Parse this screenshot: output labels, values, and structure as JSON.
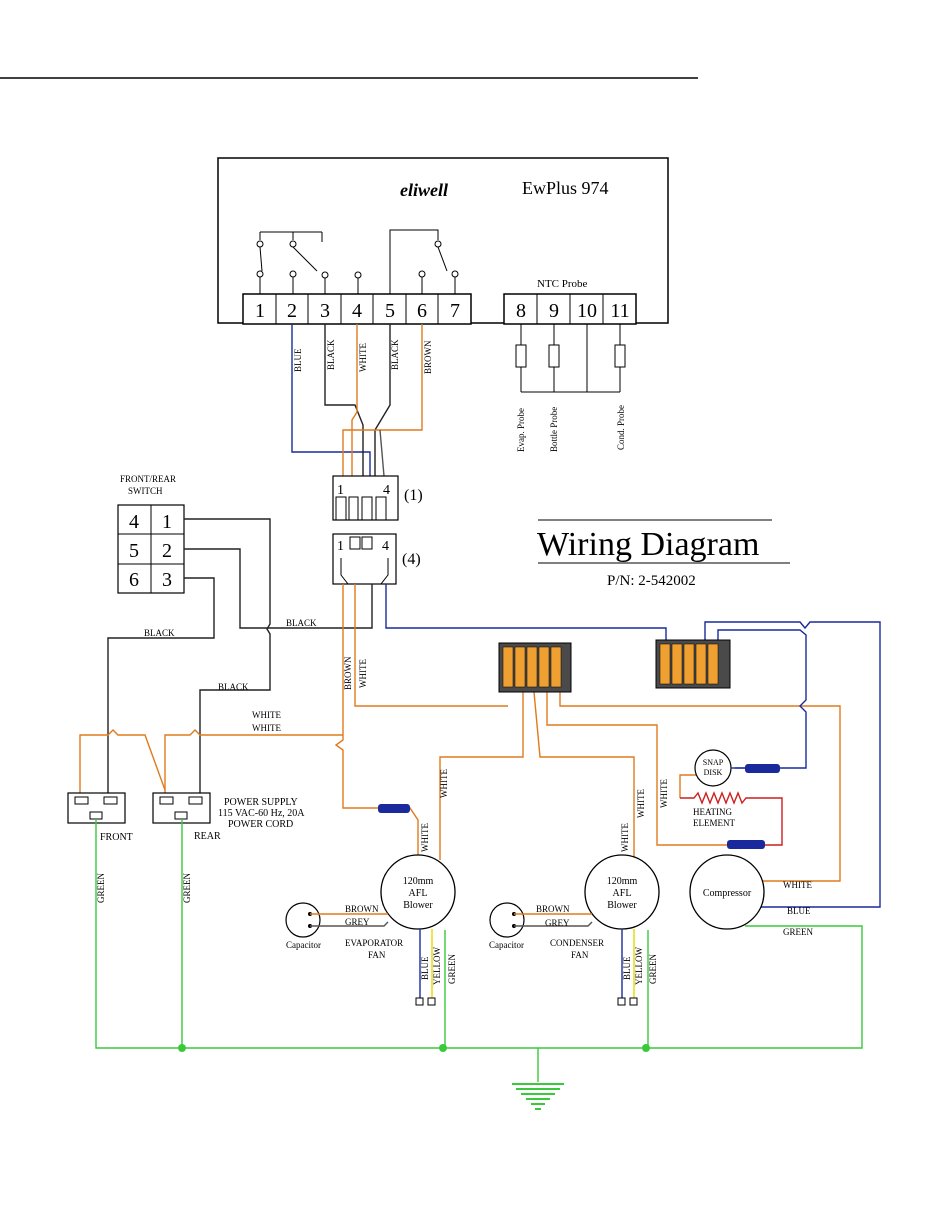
{
  "controller": {
    "brand": "eliwell",
    "model": "EwPlus 974",
    "terminals": [
      "1",
      "2",
      "3",
      "4",
      "5",
      "6",
      "7",
      "8",
      "9",
      "10",
      "11"
    ],
    "ntc_label": "NTC Probe",
    "probes": [
      "Evap. Probe",
      "Bottle Probe",
      "Cond. Probe"
    ]
  },
  "title": {
    "main": "Wiring Diagram",
    "part_number": "P/N: 2-542002"
  },
  "switch": {
    "label_line1": "FRONT/REAR",
    "label_line2": "SWITCH",
    "cells": [
      "4",
      "1",
      "5",
      "2",
      "6",
      "3"
    ]
  },
  "connectors": {
    "c1": "(1)",
    "c4": "(4)",
    "pin1": "1",
    "pin4": "4"
  },
  "wire_labels": {
    "blue": "BLUE",
    "black": "BLACK",
    "white": "WHITE",
    "brown": "BROWN",
    "grey": "GREY",
    "yellow": "YELLOW",
    "green": "GREEN"
  },
  "power": {
    "front": "FRONT",
    "rear": "REAR",
    "supply_line1": "POWER SUPPLY",
    "supply_line2": "115 VAC-60 Hz, 20A",
    "supply_line3": "POWER CORD"
  },
  "blower": {
    "line1": "120mm",
    "line2": "AFL",
    "line3": "Blower"
  },
  "capacitor": "Capacitor",
  "evap_fan": {
    "line1": "EVAPORATOR",
    "line2": "FAN"
  },
  "cond_fan": {
    "line1": "CONDENSER",
    "line2": "FAN"
  },
  "snap_disk": {
    "line1": "SNAP",
    "line2": "DISK"
  },
  "heating": {
    "line1": "HEATING",
    "line2": "ELEMENT"
  },
  "compressor": "Compressor",
  "colors": {
    "blue": "#1a2a9c",
    "orange": "#e07a1c",
    "green": "#3ac93a",
    "black": "#222222",
    "grey": "#555555",
    "yellow": "#e8d800",
    "red": "#cc1f1f"
  }
}
